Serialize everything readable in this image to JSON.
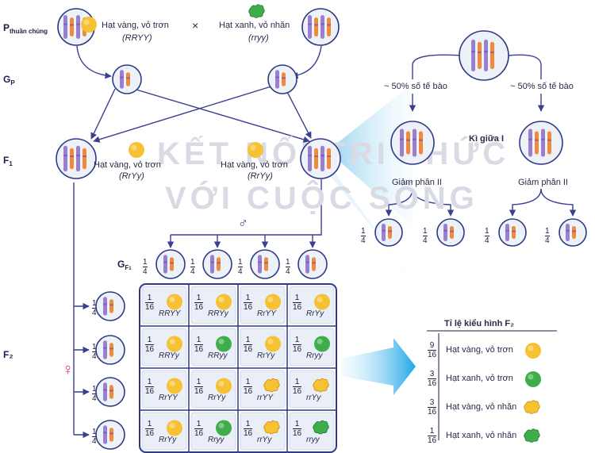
{
  "watermark": {
    "line1": "KẾT NỐI TRI THỨC",
    "line2": "VỚI CUỘC SỐNG"
  },
  "generations": {
    "p_main": "P",
    "p_sub": "thuần chủng",
    "gp_main": "G",
    "gp_sub": "P",
    "f1_main": "F",
    "f1_sub": "1",
    "gf1_main": "G",
    "gf1_sub": "F",
    "gf1_subsub": "1",
    "f2": "F₂"
  },
  "parents": {
    "p1_phenotype": "Hạt vàng, vỏ trơn",
    "p1_genotype": "(RRYY)",
    "p2_phenotype": "Hạt xanh, vỏ nhăn",
    "p2_genotype": "(rryy)",
    "cross": "×"
  },
  "f1": {
    "phenotype_left": "Hạt vàng, vỏ trơn",
    "genotype_left": "(RrYy)",
    "phenotype_right": "Hạt vàng, vỏ trơn",
    "genotype_right": "(RrYy)"
  },
  "meiosis": {
    "percent_left": "~ 50% số tế bào",
    "percent_right": "~ 50% số tế bào",
    "metaphase": "Kì giữa I",
    "meiosis2_left": "Giảm phân II",
    "meiosis2_right": "Giảm phân II"
  },
  "symbols": {
    "male": "♂",
    "female": "♀"
  },
  "quarter": {
    "num": "1",
    "den": "4"
  },
  "sixteenth": {
    "num": "1",
    "den": "16"
  },
  "punnett": {
    "genotypes": [
      [
        "RRYY",
        "RRYy",
        "RrYY",
        "RrYy"
      ],
      [
        "RRYy",
        "RRyy",
        "RrYy",
        "Rryy"
      ],
      [
        "RrYY",
        "RrYy",
        "rrYY",
        "rrYy"
      ],
      [
        "RrYy",
        "Rryy",
        "rrYy",
        "rryy"
      ]
    ],
    "seed_types": [
      [
        "yellow-smooth",
        "yellow-smooth",
        "yellow-smooth",
        "yellow-smooth"
      ],
      [
        "yellow-smooth",
        "green-smooth",
        "yellow-smooth",
        "green-smooth"
      ],
      [
        "yellow-smooth",
        "yellow-smooth",
        "yellow-wrinkled",
        "yellow-wrinkled"
      ],
      [
        "yellow-smooth",
        "green-smooth",
        "yellow-wrinkled",
        "green-wrinkled"
      ]
    ]
  },
  "ratio_table": {
    "title": "Tỉ lệ kiểu hình F₂",
    "rows": [
      {
        "num": "9",
        "den": "16",
        "label": "Hạt vàng, vỏ trơn",
        "seed": "yellow-smooth"
      },
      {
        "num": "3",
        "den": "16",
        "label": "Hạt xanh, vỏ trơn",
        "seed": "green-smooth"
      },
      {
        "num": "3",
        "den": "16",
        "label": "Hạt vàng, vỏ nhăn",
        "seed": "yellow-wrinkled"
      },
      {
        "num": "1",
        "den": "16",
        "label": "Hạt xanh, vỏ nhăn",
        "seed": "green-wrinkled"
      }
    ]
  },
  "colors": {
    "line": "#3b3f8f",
    "yellow_seed": "#f6c234",
    "green_seed": "#3fae4a",
    "chrom_purple": "#9a7fd0",
    "chrom_orange": "#f08a3c",
    "grid_border": "#2e3a86",
    "accent_pink": "#d6338f",
    "cell_bg": "#e9eef7"
  }
}
